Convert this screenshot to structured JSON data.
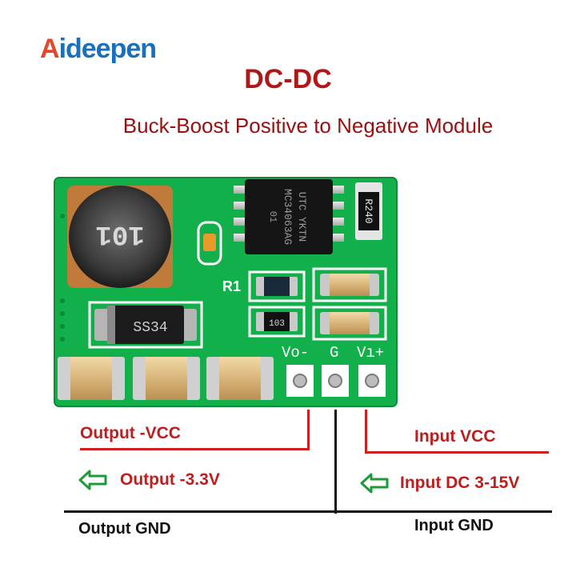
{
  "brand": {
    "prefix": "A",
    "name": "ideepen"
  },
  "heading": {
    "title": "DC-DC",
    "subtitle": "Buck-Boost Positive to Negative Module"
  },
  "board": {
    "inductor_marking": "101",
    "diode_marking": "SS34",
    "ic_marking_line1": "UTC YKTN",
    "ic_marking_line2": "MC34063AG",
    "ic_marking_line3": "01",
    "resistor_marking": "R240",
    "r1_label": "R1",
    "resistor2_marking": "103",
    "pin_vo": "Vo-",
    "pin_g": "G",
    "pin_vi": "Vı+"
  },
  "wiring": {
    "output_vcc": "Output -VCC",
    "output_voltage": "Output -3.3V",
    "output_gnd": "Output GND",
    "input_vcc": "Input VCC",
    "input_voltage": "Input DC 3-15V",
    "input_gnd": "Input GND"
  },
  "colors": {
    "pcb": "#12b04a",
    "red_wire": "#cf2020",
    "arrow_green": "#1f9a3a"
  }
}
